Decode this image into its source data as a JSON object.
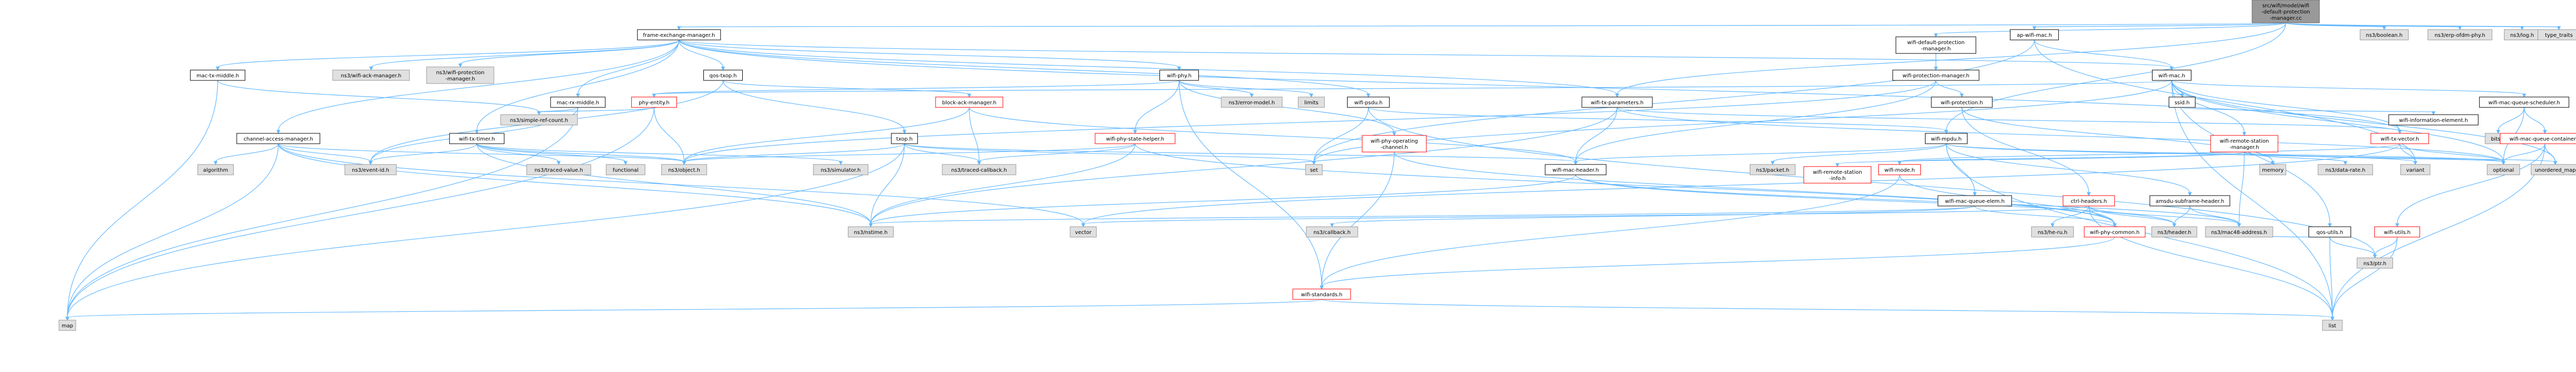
{
  "colors": {
    "root_fill": "#999999",
    "root_stroke": "#666666",
    "internal_fill": "#ffffff",
    "internal_stroke": "#000000",
    "external_fill": "#e0e0e0",
    "external_stroke": "#999999",
    "truncated_stroke": "#ff0000",
    "edge": "#63b8ff"
  },
  "nodes": {
    "root": {
      "lines": [
        "src/wifi/model/wifi",
        "-default-protection",
        "-manager.cc"
      ],
      "kind": "root"
    },
    "fem": {
      "lines": [
        "frame-exchange-manager.h"
      ],
      "kind": "internal"
    },
    "wdpm": {
      "lines": [
        "wifi-default-protection",
        "-manager.h"
      ],
      "kind": "internal"
    },
    "apwm": {
      "lines": [
        "ap-wifi-mac.h"
      ],
      "kind": "internal"
    },
    "boolean": {
      "lines": [
        "ns3/boolean.h"
      ],
      "kind": "external"
    },
    "erp": {
      "lines": [
        "ns3/erp-ofdm-phy.h"
      ],
      "kind": "external"
    },
    "log": {
      "lines": [
        "ns3/log.h"
      ],
      "kind": "external"
    },
    "typetraits": {
      "lines": [
        "type_traits"
      ],
      "kind": "external"
    },
    "macrxmiddle": {
      "lines": [
        "mac-rx-middle.h"
      ],
      "kind": "internal"
    },
    "macrxmiddle_top": {
      "lines": [
        "mac-tx-middle.h"
      ],
      "kind": "internal"
    },
    "wam": {
      "lines": [
        "ns3/wifi-ack-manager.h"
      ],
      "kind": "external"
    },
    "wpmh": {
      "lines": [
        "ns3/wifi-protection",
        "-manager.h"
      ],
      "kind": "external"
    },
    "qostxop": {
      "lines": [
        "qos-txop.h"
      ],
      "kind": "internal"
    },
    "wifiphy": {
      "lines": [
        "wifi-phy.h"
      ],
      "kind": "internal"
    },
    "wifipsdu": {
      "lines": [
        "wifi-psdu.h"
      ],
      "kind": "internal"
    },
    "wtxparams": {
      "lines": [
        "wifi-tx-parameters.h"
      ],
      "kind": "internal"
    },
    "wpm": {
      "lines": [
        "wifi-protection-manager.h"
      ],
      "kind": "internal"
    },
    "wifimac": {
      "lines": [
        "wifi-mac.h"
      ],
      "kind": "internal"
    },
    "macrx": {
      "lines": [
        "mac-rx-middle.h"
      ],
      "kind": "internal"
    },
    "phyentity": {
      "lines": [
        "phy-entity.h"
      ],
      "kind": "truncated"
    },
    "bam": {
      "lines": [
        "block-ack-manager.h"
      ],
      "kind": "truncated"
    },
    "nserror": {
      "lines": [
        "ns3/error-model.h"
      ],
      "kind": "external"
    },
    "limits": {
      "lines": [
        "limits"
      ],
      "kind": "external"
    },
    "wprot": {
      "lines": [
        "wifi-protection.h"
      ],
      "kind": "internal"
    },
    "ssid": {
      "lines": [
        "ssid.h"
      ],
      "kind": "internal"
    },
    "wmqs": {
      "lines": [
        "wifi-mac-queue-scheduler.h"
      ],
      "kind": "internal"
    },
    "cam": {
      "lines": [
        "channel-access-manager.h"
      ],
      "kind": "internal"
    },
    "wtxtimer": {
      "lines": [
        "wifi-tx-timer.h"
      ],
      "kind": "internal"
    },
    "simplerefcount": {
      "lines": [
        "ns3/simple-ref-count.h"
      ],
      "kind": "external"
    },
    "txop": {
      "lines": [
        "txop.h"
      ],
      "kind": "internal"
    },
    "wpsh": {
      "lines": [
        "wifi-phy-state-helper.h"
      ],
      "kind": "truncated"
    },
    "wpoc": {
      "lines": [
        "wifi-phy-operating",
        "-channel.h"
      ],
      "kind": "truncated"
    },
    "wmpdu": {
      "lines": [
        "wifi-mpdu.h"
      ],
      "kind": "internal"
    },
    "wrsm": {
      "lines": [
        "wifi-remote-station",
        "-manager.h"
      ],
      "kind": "truncated"
    },
    "wtxvector": {
      "lines": [
        "wifi-tx-vector.h"
      ],
      "kind": "truncated"
    },
    "wie": {
      "lines": [
        "wifi-information-element.h"
      ],
      "kind": "internal"
    },
    "bitset": {
      "lines": [
        "bitset"
      ],
      "kind": "external"
    },
    "wmqc": {
      "lines": [
        "wifi-mac-queue-container.h"
      ],
      "kind": "truncated"
    },
    "algorithm": {
      "lines": [
        "algorithm"
      ],
      "kind": "external"
    },
    "eventid": {
      "lines": [
        "ns3/event-id.h"
      ],
      "kind": "external"
    },
    "tracedvalue": {
      "lines": [
        "ns3/traced-value.h"
      ],
      "kind": "external"
    },
    "functional": {
      "lines": [
        "functional"
      ],
      "kind": "external"
    },
    "nsobject": {
      "lines": [
        "ns3/object.h"
      ],
      "kind": "external"
    },
    "simulator": {
      "lines": [
        "ns3/simulator.h"
      ],
      "kind": "external"
    },
    "tracedcb": {
      "lines": [
        "ns3/traced-callback.h"
      ],
      "kind": "external"
    },
    "set": {
      "lines": [
        "set"
      ],
      "kind": "external"
    },
    "wmh": {
      "lines": [
        "wifi-mac-header.h"
      ],
      "kind": "internal"
    },
    "nspacket": {
      "lines": [
        "ns3/packet.h"
      ],
      "kind": "external"
    },
    "wrsi": {
      "lines": [
        "wifi-remote-station",
        "-info.h"
      ],
      "kind": "truncated"
    },
    "wifimode": {
      "lines": [
        "wifi-mode.h"
      ],
      "kind": "truncated"
    },
    "wmqe": {
      "lines": [
        "wifi-mac-queue-elem.h"
      ],
      "kind": "internal"
    },
    "ctrlh": {
      "lines": [
        "ctrl-headers.h"
      ],
      "kind": "truncated"
    },
    "amsdu": {
      "lines": [
        "amsdu-subframe-header.h"
      ],
      "kind": "internal"
    },
    "memory": {
      "lines": [
        "memory"
      ],
      "kind": "external"
    },
    "datarate": {
      "lines": [
        "ns3/data-rate.h"
      ],
      "kind": "external"
    },
    "variant": {
      "lines": [
        "variant"
      ],
      "kind": "external"
    },
    "optional": {
      "lines": [
        "optional"
      ],
      "kind": "external"
    },
    "umap": {
      "lines": [
        "unordered_map"
      ],
      "kind": "external"
    },
    "nstime": {
      "lines": [
        "ns3/nstime.h"
      ],
      "kind": "external"
    },
    "vector": {
      "lines": [
        "vector"
      ],
      "kind": "external"
    },
    "callback": {
      "lines": [
        "ns3/callback.h"
      ],
      "kind": "external"
    },
    "fatal": {
      "lines": [
        "ns3/he-ru.h"
      ],
      "kind": "external"
    },
    "wpc": {
      "lines": [
        "wifi-phy-common.h"
      ],
      "kind": "truncated"
    },
    "header": {
      "lines": [
        "ns3/header.h"
      ],
      "kind": "external"
    },
    "mac48": {
      "lines": [
        "ns3/mac48-address.h"
      ],
      "kind": "external"
    },
    "qosutils": {
      "lines": [
        "qos-utils.h"
      ],
      "kind": "internal"
    },
    "wifiutils": {
      "lines": [
        "wifi-utils.h"
      ],
      "kind": "truncated"
    },
    "wstd": {
      "lines": [
        "wifi-standards.h"
      ],
      "kind": "truncated"
    },
    "nsptr": {
      "lines": [
        "ns3/ptr.h"
      ],
      "kind": "external"
    },
    "map": {
      "lines": [
        "map"
      ],
      "kind": "external"
    },
    "list": {
      "lines": [
        "list"
      ],
      "kind": "external"
    }
  },
  "edges": [
    [
      "root",
      "fem"
    ],
    [
      "root",
      "wdpm"
    ],
    [
      "root",
      "apwm"
    ],
    [
      "root",
      "boolean"
    ],
    [
      "root",
      "erp"
    ],
    [
      "root",
      "log"
    ],
    [
      "root",
      "typetraits"
    ],
    [
      "root",
      "wtxparams"
    ],
    [
      "root",
      "wmpdu"
    ],
    [
      "fem",
      "macrxmiddle_top"
    ],
    [
      "fem",
      "wam"
    ],
    [
      "fem",
      "wpmh"
    ],
    [
      "fem",
      "qostxop"
    ],
    [
      "fem",
      "wifiphy"
    ],
    [
      "fem",
      "wifipsdu"
    ],
    [
      "fem",
      "wtxparams"
    ],
    [
      "fem",
      "wifimac"
    ],
    [
      "fem",
      "macrx"
    ],
    [
      "fem",
      "cam"
    ],
    [
      "fem",
      "wtxtimer"
    ],
    [
      "fem",
      "wtxvector"
    ],
    [
      "wdpm",
      "wpm"
    ],
    [
      "apwm",
      "wifimac"
    ],
    [
      "apwm",
      "set"
    ],
    [
      "apwm",
      "variant"
    ],
    [
      "wpm",
      "wprot"
    ],
    [
      "wpm",
      "nsobject"
    ],
    [
      "wpm",
      "wmh"
    ],
    [
      "wifimac",
      "ssid"
    ],
    [
      "wifimac",
      "wmqs"
    ],
    [
      "wifimac",
      "wrsm"
    ],
    [
      "wifimac",
      "wtxvector"
    ],
    [
      "wifimac",
      "qosutils"
    ],
    [
      "wifimac",
      "optional"
    ],
    [
      "wifimac",
      "umap"
    ],
    [
      "wifimac",
      "list"
    ],
    [
      "wifimac",
      "set"
    ],
    [
      "wifimac",
      "phyentity"
    ],
    [
      "macrxmiddle_top",
      "map"
    ],
    [
      "macrxmiddle_top",
      "simplerefcount"
    ],
    [
      "macrx",
      "map"
    ],
    [
      "macrx",
      "simplerefcount"
    ],
    [
      "macrx",
      "eventid"
    ],
    [
      "qostxop",
      "txop"
    ],
    [
      "qostxop",
      "bam"
    ],
    [
      "qostxop",
      "eventid"
    ],
    [
      "wifiphy",
      "phyentity"
    ],
    [
      "wifiphy",
      "nserror"
    ],
    [
      "wifiphy",
      "limits"
    ],
    [
      "wifiphy",
      "wpsh"
    ],
    [
      "wifiphy",
      "wpoc"
    ],
    [
      "wifiphy",
      "wstd"
    ],
    [
      "wifipsdu",
      "wmpdu"
    ],
    [
      "wifipsdu",
      "set"
    ],
    [
      "wifipsdu",
      "nsptr"
    ],
    [
      "wtxparams",
      "wtxvector"
    ],
    [
      "wtxparams",
      "wmh"
    ],
    [
      "wtxparams",
      "nstime"
    ],
    [
      "wtxparams",
      "optional"
    ],
    [
      "wprot",
      "ctrlh"
    ],
    [
      "wprot",
      "memory"
    ],
    [
      "ssid",
      "wie"
    ],
    [
      "wmqs",
      "bitset"
    ],
    [
      "wmqs",
      "wmqc"
    ],
    [
      "wmqs",
      "optional"
    ],
    [
      "cam",
      "algorithm"
    ],
    [
      "cam",
      "eventid"
    ],
    [
      "cam",
      "nsobject"
    ],
    [
      "cam",
      "nstime"
    ],
    [
      "cam",
      "vector"
    ],
    [
      "cam",
      "map"
    ],
    [
      "wtxtimer",
      "eventid"
    ],
    [
      "wtxtimer",
      "tracedvalue"
    ],
    [
      "wtxtimer",
      "functional"
    ],
    [
      "wtxtimer",
      "nsobject"
    ],
    [
      "wtxtimer",
      "simulator"
    ],
    [
      "wtxtimer",
      "nstime"
    ],
    [
      "txop",
      "nsobject"
    ],
    [
      "txop",
      "tracedcb"
    ],
    [
      "txop",
      "nstime"
    ],
    [
      "txop",
      "wmh"
    ],
    [
      "txop",
      "set"
    ],
    [
      "txop",
      "map"
    ],
    [
      "wpsh",
      "tracedcb"
    ],
    [
      "wpsh",
      "nsobject"
    ],
    [
      "wpsh",
      "nstime"
    ],
    [
      "wpsh",
      "wpc"
    ],
    [
      "wpoc",
      "wstd"
    ],
    [
      "wpoc",
      "wpc"
    ],
    [
      "wmpdu",
      "wmh"
    ],
    [
      "wmpdu",
      "nspacket"
    ],
    [
      "wmpdu",
      "wmqe"
    ],
    [
      "wmpdu",
      "amsdu"
    ],
    [
      "wmpdu",
      "list"
    ],
    [
      "wmpdu",
      "optional"
    ],
    [
      "wmpdu",
      "variant"
    ],
    [
      "wrsm",
      "wrsi"
    ],
    [
      "wrsm",
      "wifimode"
    ],
    [
      "wrsm",
      "datarate"
    ],
    [
      "wrsm",
      "optional"
    ],
    [
      "wrsm",
      "umap"
    ],
    [
      "wrsm",
      "mac48"
    ],
    [
      "wtxvector",
      "wifimode"
    ],
    [
      "wtxvector",
      "vector"
    ],
    [
      "wtxvector",
      "optional"
    ],
    [
      "wtxvector",
      "variant"
    ],
    [
      "wmqc",
      "umap"
    ],
    [
      "wmqc",
      "list"
    ],
    [
      "wmqc",
      "optional"
    ],
    [
      "wmqc",
      "wifiutils"
    ],
    [
      "wmh",
      "header"
    ],
    [
      "wmh",
      "mac48"
    ],
    [
      "wmh",
      "nstime"
    ],
    [
      "wmqe",
      "nstime"
    ],
    [
      "wmqe",
      "callback"
    ],
    [
      "wmqe",
      "wpc"
    ],
    [
      "ctrlh",
      "header"
    ],
    [
      "ctrlh",
      "mac48"
    ],
    [
      "ctrlh",
      "fatal"
    ],
    [
      "ctrlh",
      "wpc"
    ],
    [
      "ctrlh",
      "vector"
    ],
    [
      "ctrlh",
      "list"
    ],
    [
      "amsdu",
      "header"
    ],
    [
      "amsdu",
      "mac48"
    ],
    [
      "wifimode",
      "wpc"
    ],
    [
      "wifimode",
      "wstd"
    ],
    [
      "wpc",
      "wstd"
    ],
    [
      "qosutils",
      "nsptr"
    ],
    [
      "qosutils",
      "mac48"
    ],
    [
      "qosutils",
      "list"
    ],
    [
      "wifiutils",
      "nsptr"
    ],
    [
      "wifiutils",
      "list"
    ],
    [
      "wstd",
      "map"
    ],
    [
      "wstd",
      "list"
    ],
    [
      "bam",
      "tracedcb"
    ],
    [
      "bam",
      "nsobject"
    ],
    [
      "bam",
      "wmh"
    ],
    [
      "phyentity",
      "nsobject"
    ],
    [
      "phyentity",
      "simplerefcount"
    ],
    [
      "phyentity",
      "map"
    ]
  ]
}
